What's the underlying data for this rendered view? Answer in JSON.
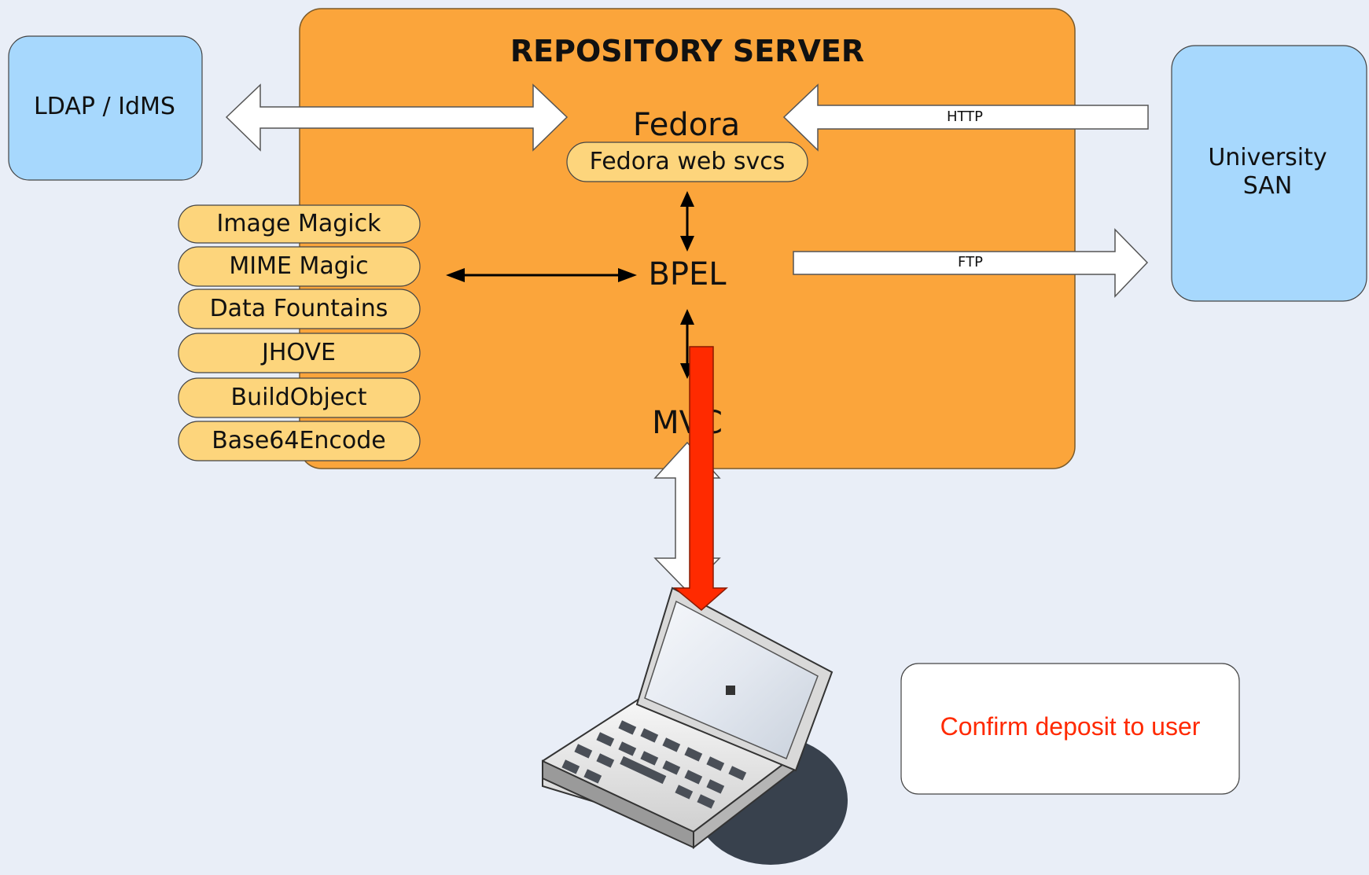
{
  "server": {
    "title": "REPOSITORY SERVER"
  },
  "nodes": {
    "ldap": "LDAP / IdMS",
    "san_line1": "University",
    "san_line2": "SAN",
    "fedora": "Fedora",
    "fedora_web_svcs": "Fedora web svcs",
    "bpel": "BPEL",
    "mvc": "MVC"
  },
  "services": [
    "Image Magick",
    "MIME Magic",
    "Data Fountains",
    "JHOVE",
    "BuildObject",
    "Base64Encode"
  ],
  "connections": {
    "http": "HTTP",
    "ftp": "FTP"
  },
  "callout": "Confirm deposit to user",
  "colors": {
    "background": "#e9eef7",
    "server_fill": "#fba53b",
    "pill_fill": "#fdd57c",
    "external_fill": "#a7d8fd",
    "highlight_arrow": "#ff2a00",
    "callout_text": "#ff2a00"
  },
  "icons": [
    "laptop-icon"
  ]
}
